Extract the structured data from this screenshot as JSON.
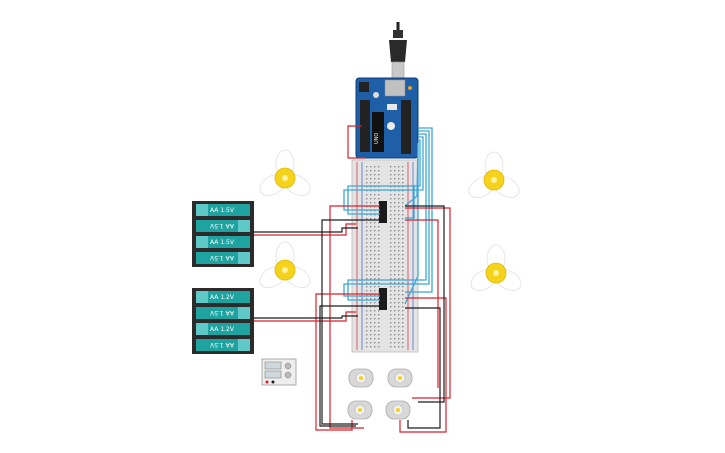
{
  "canvas": {
    "background": "#ffffff"
  },
  "colors": {
    "wire_red": "#d9212c",
    "wire_black": "#1e1e1e",
    "wire_blue": "#3aa7d8",
    "arduino_blue": "#1f5fa8",
    "battery_body": "#2b2b2b",
    "battery_cell": "#1fa3a0",
    "breadboard": "#e4e4e4",
    "propeller": "#f5d21b",
    "motor_body": "#d8d8d8"
  },
  "battery_packs": [
    {
      "cells": [
        {
          "label": "AA 1.5V"
        },
        {
          "label": "AA 1.5V"
        },
        {
          "label": "AA 1.5V"
        },
        {
          "label": "AA 1.5V"
        }
      ]
    },
    {
      "cells": [
        {
          "label": "AA 1.2V"
        },
        {
          "label": "AA 1.5V"
        },
        {
          "label": "AA 1.2V"
        },
        {
          "label": "AA 1.5V"
        }
      ]
    }
  ],
  "components": {
    "arduino": {
      "icon": "arduino-uno-board"
    },
    "breadboard": {
      "icon": "breadboard"
    },
    "motor_drivers": [
      {
        "icon": "l293d-chip"
      },
      {
        "icon": "l293d-chip"
      }
    ],
    "propellers": [
      {
        "icon": "propeller-icon"
      },
      {
        "icon": "propeller-icon"
      },
      {
        "icon": "propeller-icon"
      },
      {
        "icon": "propeller-icon"
      }
    ],
    "motors": [
      {
        "icon": "dc-motor-icon"
      },
      {
        "icon": "dc-motor-icon"
      },
      {
        "icon": "dc-motor-icon"
      },
      {
        "icon": "dc-motor-icon"
      }
    ],
    "power_supply": {
      "icon": "power-supply-icon"
    }
  }
}
